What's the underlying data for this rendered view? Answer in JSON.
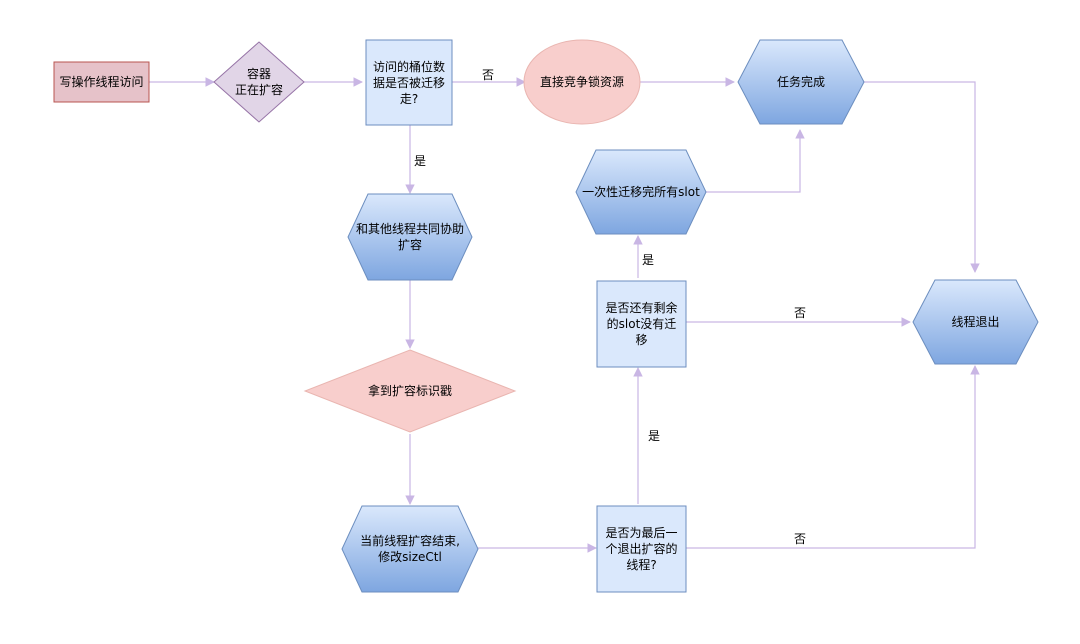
{
  "nodes": {
    "start": "写操作线程访问",
    "resizing_1": "容器",
    "resizing_2": "正在扩容",
    "migrated_1": "访问的桶位数",
    "migrated_2": "据是否被迁移",
    "migrated_3": "走?",
    "compete": "直接竞争锁资源",
    "done": "任务完成",
    "assist_1": "和其他线程共同协助",
    "assist_2": "扩容",
    "stamp": "拿到扩容标识戳",
    "finish_1": "当前线程扩容结束,",
    "finish_2": "修改sizeCtl",
    "last_1": "是否为最后一",
    "last_2": "个退出扩容的",
    "last_3": "线程?",
    "remaining_1": "是否还有剩余",
    "remaining_2": "的slot没有迁",
    "remaining_3": "移",
    "migrate_all": "一次性迁移完所有slot",
    "exit": "线程退出"
  },
  "edges": {
    "no_compete": "否",
    "yes_assist": "是",
    "yes_migrate_all": "是",
    "no_exit_remaining": "否",
    "yes_remaining": "是",
    "no_exit_last": "否"
  },
  "colors": {
    "start_fill": "#e6c2c9",
    "start_stroke": "#b85450",
    "blue_fill": "#dae8fc",
    "blue_stroke": "#6c8ebf",
    "hex_top": "#dae8fc",
    "hex_bottom": "#7ea6e0",
    "decision_fill": "#e1d5e7",
    "decision_stroke": "#9673a6",
    "pink_fill": "#f8cecc",
    "pink_stroke": "#e9b5b0",
    "arrow": "#c9b6e4"
  }
}
